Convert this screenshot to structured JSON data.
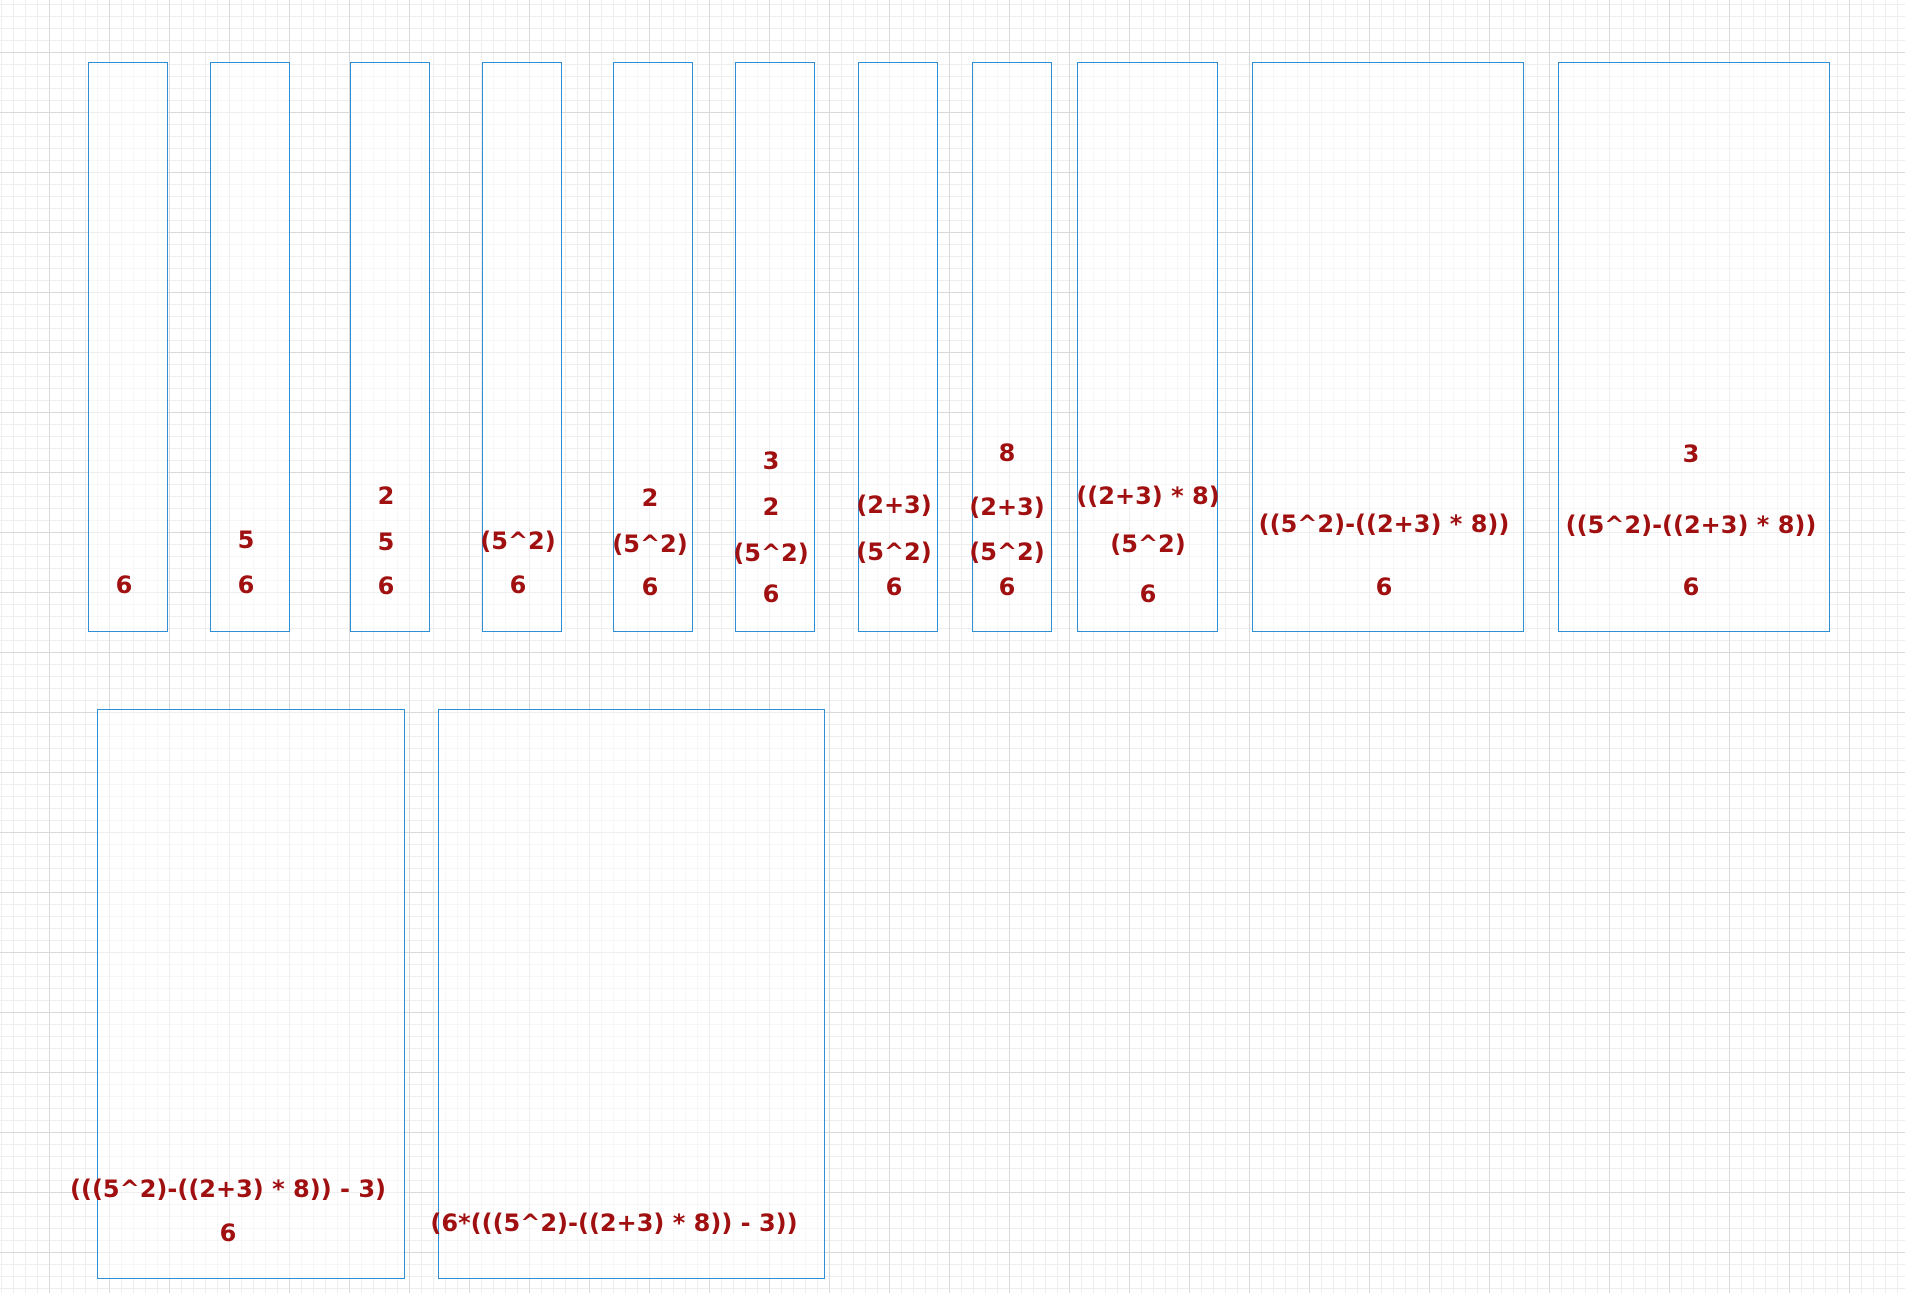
{
  "colors": {
    "box_border": "#2e8fd6",
    "item_text": "#a01010",
    "grid_major": "#d9d9d9",
    "grid_minor": "#eeeeee",
    "background": "#ffffff"
  },
  "stacks": [
    {
      "items": [
        "6"
      ]
    },
    {
      "items": [
        "5",
        "6"
      ]
    },
    {
      "items": [
        "2",
        "5",
        "6"
      ]
    },
    {
      "items": [
        "(5^2)",
        "6"
      ]
    },
    {
      "items": [
        "2",
        "(5^2)",
        "6"
      ]
    },
    {
      "items": [
        "3",
        "2",
        "(5^2)",
        "6"
      ]
    },
    {
      "items": [
        "(2+3)",
        "(5^2)",
        "6"
      ]
    },
    {
      "items": [
        "8",
        "(2+3)",
        "(5^2)",
        "6"
      ]
    },
    {
      "items": [
        "((2+3) * 8)",
        "(5^2)",
        "6"
      ]
    },
    {
      "items": [
        "((5^2)-((2+3) * 8))",
        "6"
      ]
    },
    {
      "items": [
        "3",
        "((5^2)-((2+3) * 8))",
        "6"
      ]
    },
    {
      "items": [
        "(((5^2)-((2+3) * 8)) - 3)",
        "6"
      ]
    },
    {
      "items": [
        "(6*(((5^2)-((2+3) * 8)) - 3))"
      ]
    }
  ]
}
